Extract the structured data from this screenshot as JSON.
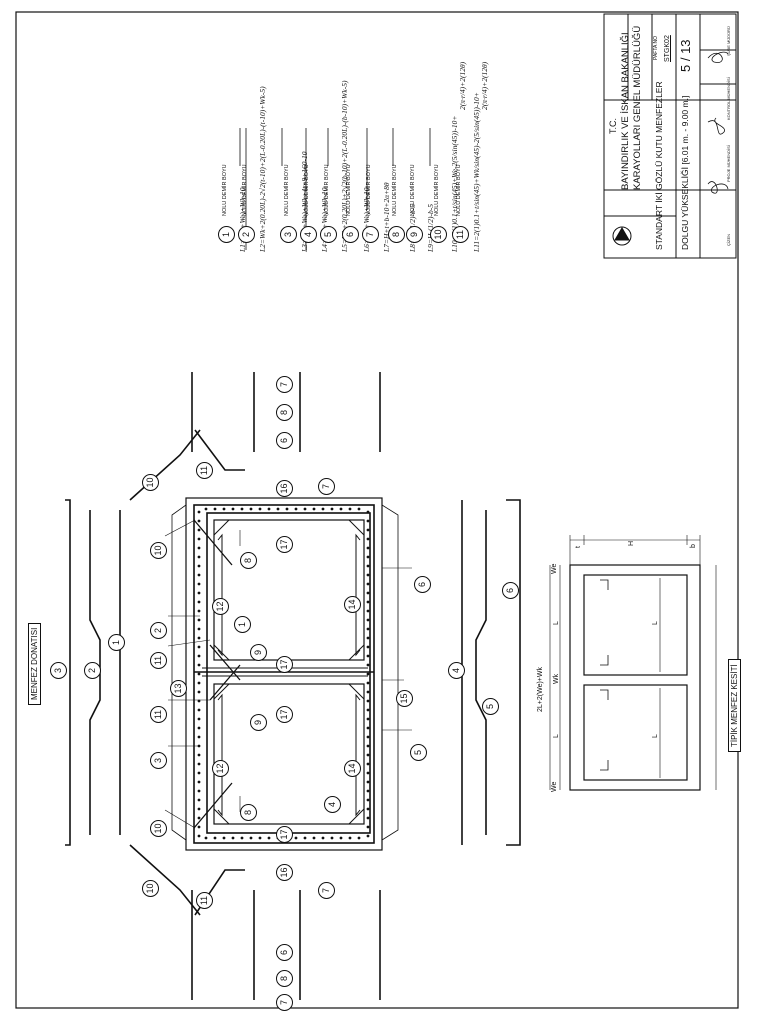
{
  "title_block": {
    "tc": "T.C.",
    "ministry": "BAYINDIRLIK VE İSKAN BAKANLIĞI",
    "directorate": "KARAYOLLARI GENEL MÜDÜRLÜĞÜ",
    "pafta_no_label": "PAFTA NO",
    "code": "STGK02",
    "sheet": "5 / 13",
    "title": "STANDART İKİ GÖZLÜ KUTU MENFEZLER",
    "subtitle": "DOLGU YÜKSEKLİĞİ [6.01 m. - 9.00 m.]"
  },
  "section_titles": {
    "reinforcement": "MENFEZ DONATISI",
    "typical_section": "TİPİK MENFEZ KESİTİ"
  },
  "bar_lengths": [
    {
      "no": "1",
      "label": "NOLU DEMİR BOYU",
      "formula": "L1=2(L+We)+Wk-10"
    },
    {
      "no": "2",
      "label": "NOLU DEMİR BOYU",
      "formula": "L2=Wk+2(0.20L)-2√2(t-10)+2(L-0.20L)-(t-10)+Wk-5)"
    },
    {
      "no": "3",
      "label": "NOLU DEMİR BOYU",
      "formula": "L3=2(L+We)+Wk+4t×9+160-10"
    },
    {
      "no": "4",
      "label": "NOLU DEMİR BOYU",
      "formula": "L4=2(L+We)+Wk-10"
    },
    {
      "no": "5",
      "label": "NOLU DEMİR BOYU",
      "formula": "L5=Wk+2(0.20L)+2√2(b-10)+2(L-0.20L)-(b-10)+Wk-5)"
    },
    {
      "no": "6",
      "label": "NOLU DEMİR BOYU",
      "formula": "L6=2(L+We)+Wk-10"
    },
    {
      "no": "7",
      "label": "NOLU DEMİR BOYU",
      "formula": "L7=H+t+b-10+2α+8θ"
    },
    {
      "no": "8",
      "label": "NOLU DEMİR BOYU",
      "formula": "L8=H-(1/2)-b-5"
    },
    {
      "no": "9",
      "label": "NOLU DEMİR BOYU",
      "formula": "L9=H-(1/2)-b-5"
    },
    {
      "no": "10",
      "label": "NOLU DEMİR BOYU",
      "formula": "L10=2(1)0.1+t/sin(45)+We-2(5/sin(45))-10+",
      "formula2": "2(π·r/4)+2(12θ)"
    },
    {
      "no": "11",
      "label": "NOLU DEMİR BOYU",
      "formula": "L11=2(1)0.1+t/sin(45)+Wk/sin(45)-2(5/sin(45))-10+",
      "formula2": "2(π·r/4)+2(12θ)"
    }
  ],
  "signatures": {
    "sig1": "ÇİZEN",
    "sig2": "PROJE MÜHENDİSİ",
    "sig3": "KONTROL MÜHENDİSİ",
    "sig4": "ŞUBE MÜDÜRÜ"
  },
  "drawing_labels": {
    "bars": [
      "1",
      "2",
      "3",
      "4",
      "5",
      "6",
      "7",
      "8",
      "9",
      "10",
      "11",
      "12",
      "13",
      "14",
      "15",
      "16",
      "17"
    ],
    "dim_H": "H",
    "dim_L": "L",
    "dim_We": "We",
    "dim_Wk": "Wk",
    "dim_total": "2L+2(We)+Wk",
    "dim_t": "t",
    "dim_b": "b"
  }
}
